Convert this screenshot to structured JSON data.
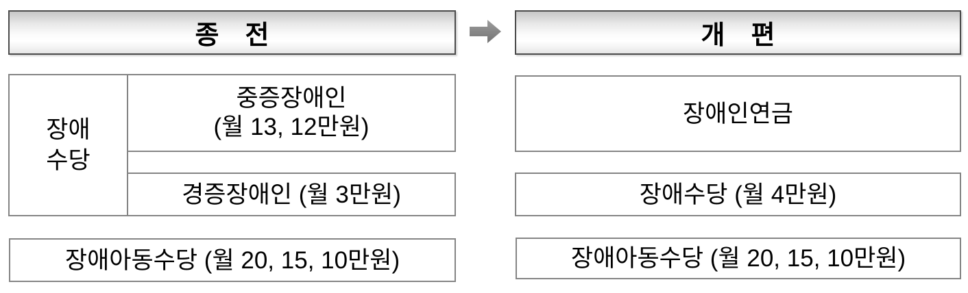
{
  "diagram_title": "disability-allowance-reform-comparison",
  "colors": {
    "background": "#ffffff",
    "header_border": "#4b4b4b",
    "header_gradient_top": "#c7c7c7",
    "header_gradient_middle": "#ffffff",
    "box_border": "#848484",
    "arrow_gray": "#8a8a8a",
    "text": "#000000"
  },
  "before_panel": {
    "header_label": "종　전",
    "allowance_group": {
      "row_label": "장애\n수당",
      "severe_box": "중증장애인\n(월 13, 12만원)",
      "mild_box": "경증장애인 (월 3만원)"
    },
    "child_allowance_box": "장애아동수당 (월 20, 15, 10만원)"
  },
  "after_panel": {
    "header_label": "개　편",
    "pension_box": "장애인연금",
    "allowance_box": "장애수당 (월 4만원)",
    "child_allowance_box": "장애아동수당 (월 20, 15, 10만원)"
  },
  "arrow": {
    "icon": "arrow-right-icon",
    "direction": "right"
  }
}
